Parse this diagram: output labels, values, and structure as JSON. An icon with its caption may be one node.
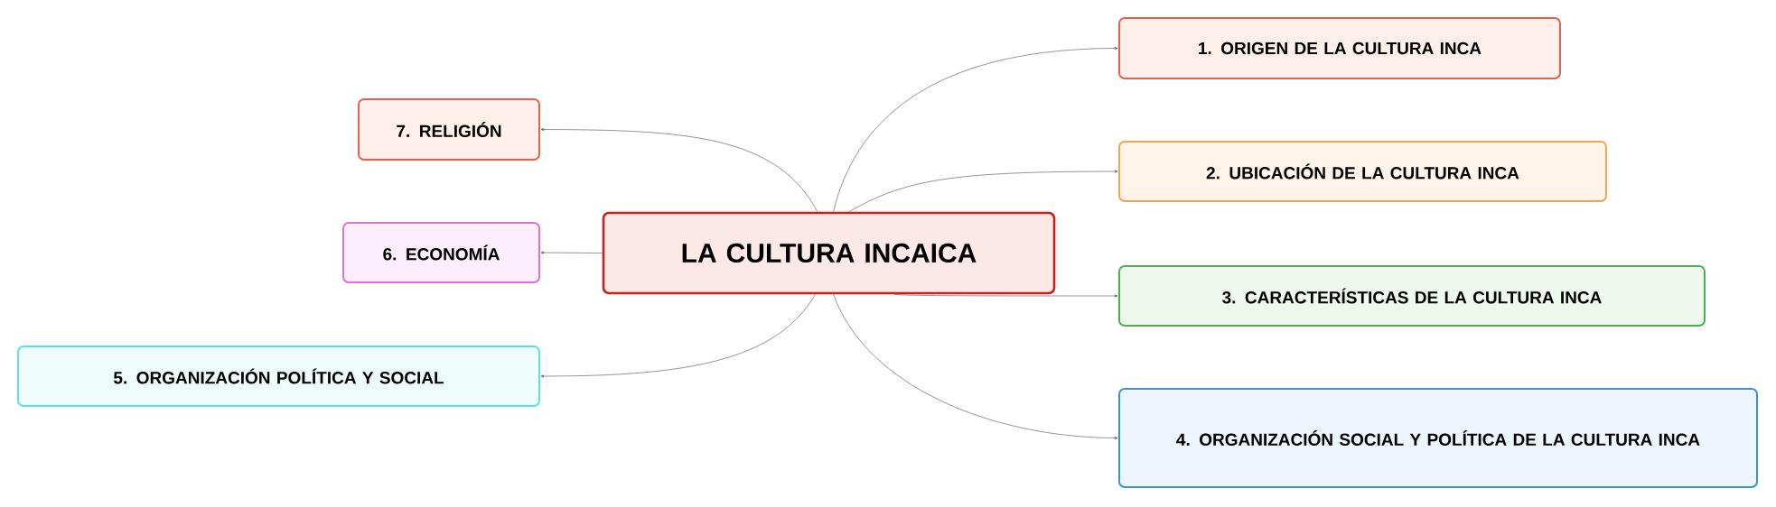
{
  "diagram": {
    "nodes": [
      {
        "text": [
          "LA CULTURA INCAICA"
        ]
      },
      {
        "text": [
          "1. ORIGEN DE LA CULTURA INCA"
        ]
      },
      {
        "text": [
          "2. UBICACIÓN DE LA CULTURA INCA"
        ]
      },
      {
        "text": [
          "3. CARACTERÍSTICAS DE LA CULTURA INCA"
        ]
      },
      {
        "text": [
          "4. ORGANIZACIÓN SOCIAL Y POLÍTICA DE LA CULTURA INCA"
        ]
      },
      {
        "text": [
          "5. ORGANIZACIÓN POLÍTICA Y SOCIAL"
        ]
      },
      {
        "text": [
          "6. ECONOMÍA"
        ]
      },
      {
        "text": [
          "7. RELIGIÓN"
        ]
      }
    ],
    "edges": [
      {
        "from": 0,
        "to": 1,
        "arrow": "to"
      },
      {
        "from": 0,
        "to": 2,
        "arrow": "to"
      },
      {
        "from": 0,
        "to": 3,
        "arrow": "to"
      },
      {
        "from": 0,
        "to": 4,
        "arrow": "to"
      },
      {
        "from": 0,
        "to": 5,
        "arrow": "to"
      },
      {
        "from": 0,
        "to": 6,
        "arrow": "to"
      },
      {
        "from": 0,
        "to": 7,
        "arrow": "to"
      }
    ]
  }
}
